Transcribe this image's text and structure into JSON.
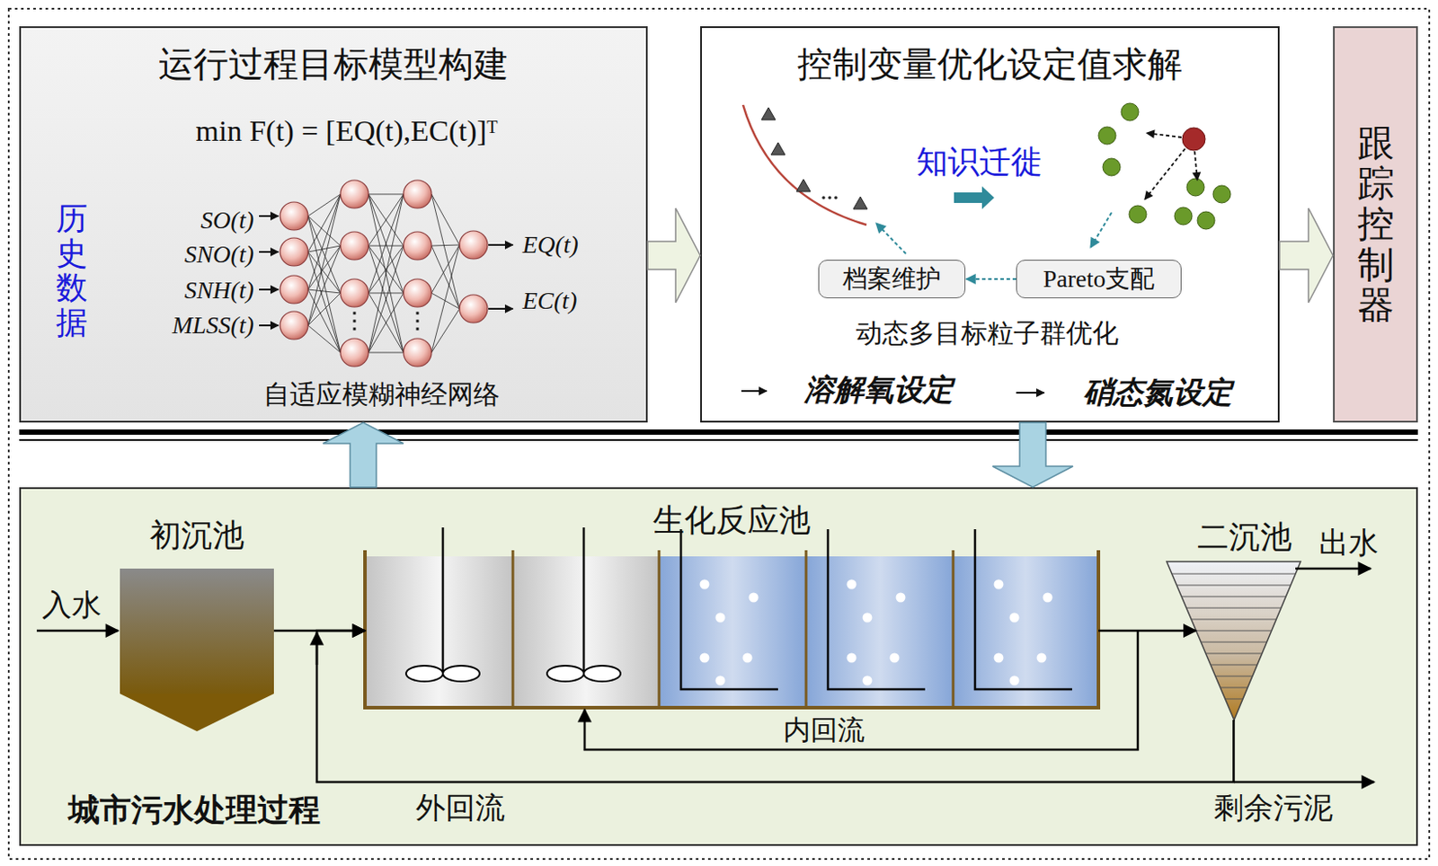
{
  "diagram": {
    "nodes": [
      {
        "text": [
          "运行过程目标模型构建"
        ]
      },
      {
        "text": [
          "控制变量优化设定值求解"
        ]
      },
      {
        "text": [
          "档案维护"
        ],
        "in": 1
      },
      {
        "text": [
          "Pareto支配"
        ],
        "in": 1
      },
      {
        "text": [
          "跟踪控制器"
        ]
      },
      {
        "text": [
          "城市污水处理过程"
        ]
      },
      {
        "text": [
          "初沉池"
        ],
        "in": 5
      },
      {
        "text": [
          "生化反应池"
        ],
        "in": 5
      },
      {
        "text": [
          "二沉池"
        ],
        "in": 5
      }
    ],
    "edges": [
      {
        "from": 0,
        "to": 1,
        "arrow": "to"
      },
      {
        "from": 1,
        "to": 4,
        "arrow": "to"
      },
      {
        "from": 3,
        "to": 2,
        "arrow": "to"
      },
      {
        "from": 5,
        "to": 0,
        "arrow": "to"
      },
      {
        "from": 1,
        "to": 5,
        "arrow": "to"
      },
      {
        "from": 6,
        "to": 7,
        "arrow": "to"
      },
      {
        "from": 7,
        "to": 8,
        "arrow": "to"
      },
      {
        "from": 8,
        "to": 7,
        "arrow": "to",
        "label": "外回流"
      }
    ],
    "labels": [
      "min F(t) = [EQ(t),EC(t)]ᵀ",
      "历史数据",
      "SO(t)",
      "SNO(t)",
      "SNH(t)",
      "MLSS(t)",
      "EQ(t)",
      "EC(t)",
      "自适应模糊神经网络",
      "知识迁徙",
      "动态多目标粒子群优化",
      "溶解氧设定",
      "硝态氮设定",
      "入水",
      "出水",
      "内回流",
      "剩余污泥"
    ]
  }
}
